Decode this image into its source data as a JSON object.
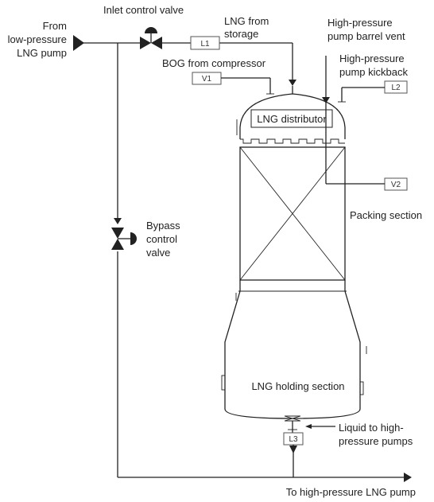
{
  "labels": {
    "from_pump": [
      "From",
      "low-pressure",
      "LNG pump"
    ],
    "inlet_valve": "Inlet control valve",
    "lng_storage": [
      "LNG from",
      "storage"
    ],
    "bog_compressor": "BOG from compressor",
    "hp_vent": [
      "High-pressure",
      "pump barrel vent"
    ],
    "hp_kickback": [
      "High-pressure",
      "pump kickback"
    ],
    "lng_distributor": "LNG distributor",
    "packing_section": "Packing section",
    "bypass_valve": [
      "Bypass",
      "control",
      "valve"
    ],
    "holding_section": "LNG holding section",
    "liquid_hp": [
      "Liquid to high-",
      "pressure pumps"
    ],
    "to_hp_pump": "To high-pressure LNG pump"
  },
  "instruments": {
    "l1": "L1",
    "v1": "V1",
    "v2": "V2",
    "l2": "L2",
    "l3": "L3"
  }
}
